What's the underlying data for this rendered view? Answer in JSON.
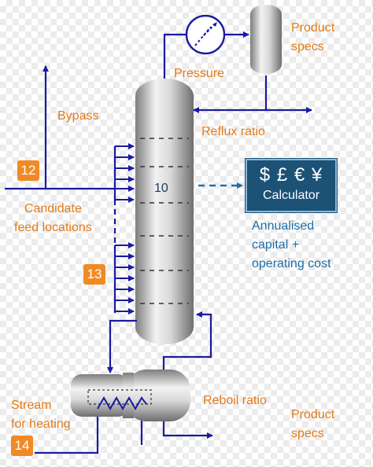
{
  "labels": {
    "product_specs_top": "Product\nspecs",
    "pressure": "Pressure",
    "bypass": "Bypass",
    "reflux_ratio": "Reflux ratio",
    "candidate_feed": "Candidate\nfeed locations",
    "annualised_cost": "Annualised\ncapital +\noperating cost",
    "reboil_ratio": "Reboil ratio",
    "stream_for_heating": "Stream\nfor heating",
    "product_specs_bottom": "Product\nspecs",
    "stage_number": "10"
  },
  "badges": {
    "feed_stream": "12",
    "feed_group": "13",
    "heating_stream": "14"
  },
  "calculator": {
    "symbols": "$ £ € ¥",
    "title": "Calculator"
  },
  "colors": {
    "line": "#1a1aa0",
    "label_orange": "#e07b1a",
    "label_blue": "#1f6fa8",
    "badge": "#f08a24",
    "calculator_bg": "#1b5276"
  }
}
